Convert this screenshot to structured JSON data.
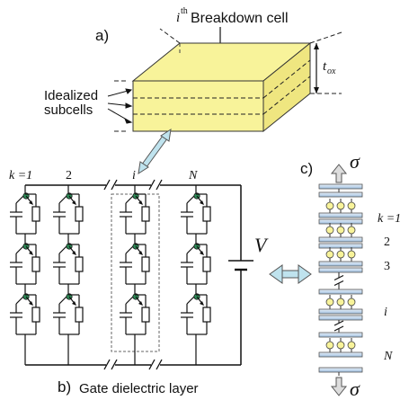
{
  "panel_a": {
    "label": "a)",
    "title_sup": "th",
    "title_rest": " Breakdown cell",
    "title_var": "i",
    "idealized_line1": "Idealized",
    "idealized_line2": "subcells",
    "thickness_var": "t",
    "thickness_sub": "ox",
    "block_color": "#f8f39a"
  },
  "panel_b": {
    "label": "b)",
    "caption": "Gate dielectric layer",
    "column_labels": [
      "k =1",
      "2",
      "i",
      "N"
    ],
    "voltage_label": "V"
  },
  "panel_c": {
    "label": "c)",
    "stress_label": "σ",
    "row_labels": [
      "k =1",
      "2",
      "3",
      "i",
      "N"
    ],
    "plate_color": "#b9d2ea",
    "sphere_color": "#f8f39a"
  },
  "arrow_color": "#bfe3ee"
}
